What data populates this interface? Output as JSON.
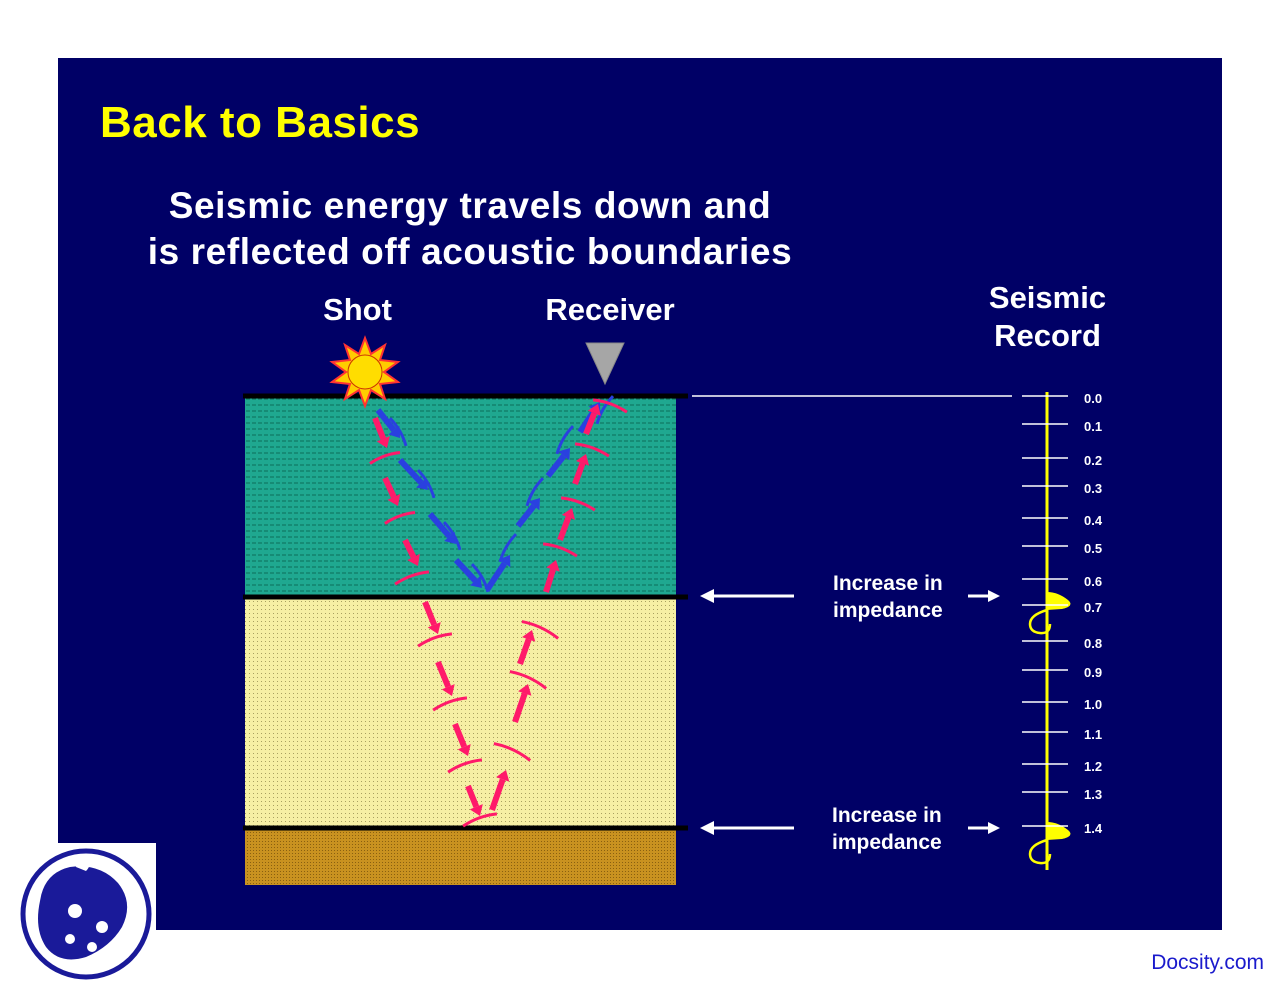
{
  "title": "Back to Basics",
  "subtitle_line1": "Seismic energy travels down and",
  "subtitle_line2": "is reflected off acoustic boundaries",
  "labels": {
    "shot": "Shot",
    "receiver": "Receiver",
    "record_line1": "Seismic",
    "record_line2": "Record",
    "impedance1_line1": "Increase in",
    "impedance1_line2": "impedance",
    "impedance2_line1": "Increase in",
    "impedance2_line2": "impedance"
  },
  "time_scale": [
    "0.0",
    "0.1",
    "0.2",
    "0.3",
    "0.4",
    "0.5",
    "0.6",
    "0.7",
    "0.8",
    "0.9",
    "1.0",
    "1.1",
    "1.2",
    "1.3",
    "1.4"
  ],
  "watermark": "Docsity.com",
  "colors": {
    "background": "#000066",
    "title": "#ffff00",
    "layer1": "#1fa890",
    "layer2": "#f5eea0",
    "layer3": "#c8961e",
    "down_arrow": "#ff1a6a",
    "up_arrow": "#2a40e0",
    "trace": "#ffff00"
  }
}
